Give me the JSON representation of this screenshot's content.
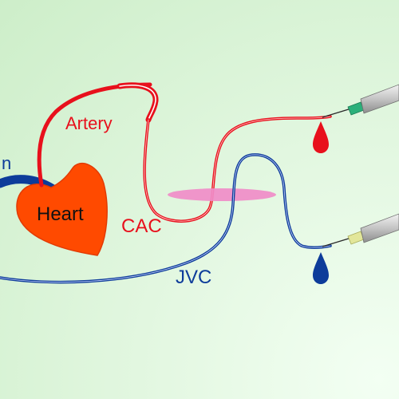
{
  "labels": {
    "vein_fragment": "n",
    "heart": "Heart",
    "artery": "Artery",
    "cac": "CAC",
    "jvc": "JVC"
  },
  "colors": {
    "background": "#d6f2d3",
    "heart": "#ff4a00",
    "artery": "#e8101c",
    "vein": "#0d3c9a",
    "blood_drop_red": "#e8101c",
    "blood_drop_blue": "#0d3c9a",
    "connector": "#f08cc8",
    "needle_hub_top": "#2bb07a",
    "needle_hub_bottom": "#e2e69a",
    "syringe_barrel": "#c8c8c8",
    "label_artery": "#e8101c",
    "label_heart": "#111111",
    "label_vein": "#0d3c9a"
  },
  "icons": [
    "heart-shape",
    "blood-drop-icon",
    "syringe-icon",
    "connector-ellipse"
  ]
}
